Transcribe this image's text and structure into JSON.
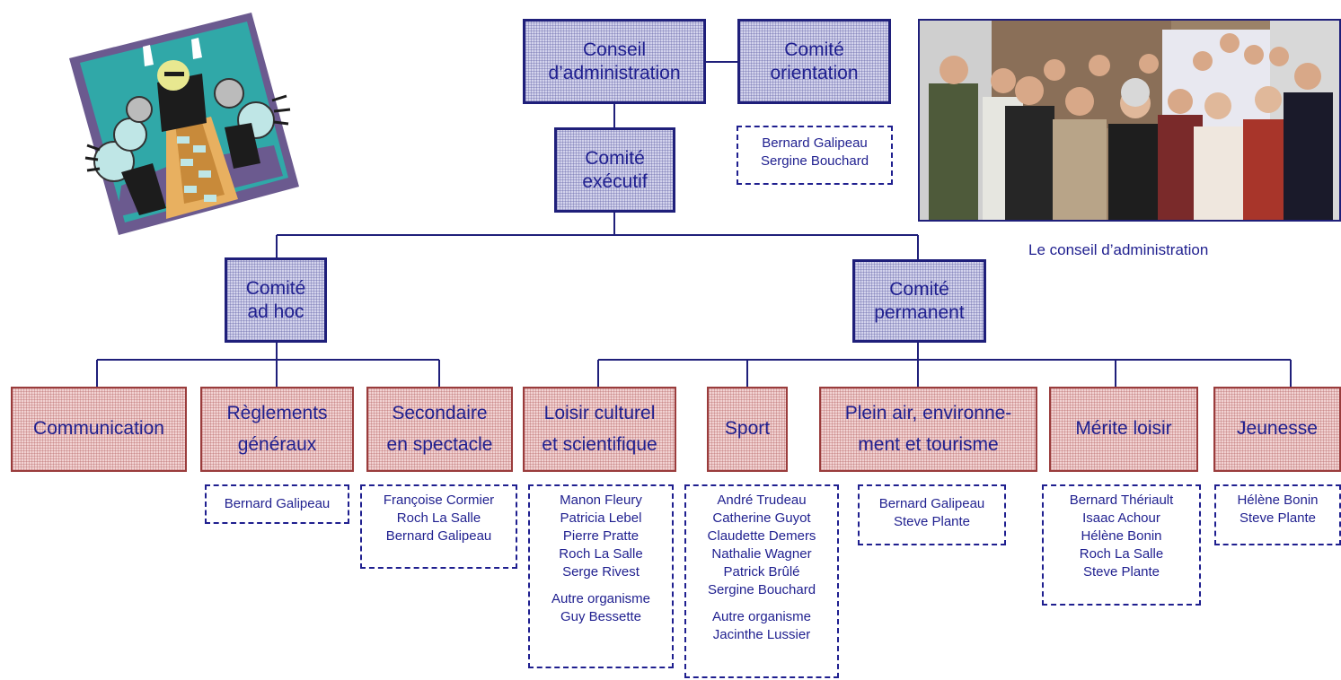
{
  "top": {
    "conseil": [
      "Conseil",
      "d’administration"
    ],
    "orientation": [
      "Comité",
      "orientation"
    ],
    "orientation_members": [
      "Bernard Galipeau",
      "Sergine Bouchard"
    ],
    "executif": [
      "Comité",
      "exécutif"
    ],
    "adhoc": [
      "Comité",
      "ad hoc"
    ],
    "permanent": [
      "Comité",
      "permanent"
    ]
  },
  "photo": {
    "caption": "Le conseil d’administration"
  },
  "committees": [
    {
      "title": [
        "Communication"
      ],
      "members": []
    },
    {
      "title": [
        "Règlements",
        "généraux"
      ],
      "members": [
        "Bernard Galipeau"
      ]
    },
    {
      "title": [
        "Secondaire",
        "en spectacle"
      ],
      "members": [
        "Françoise Cormier",
        "Roch La Salle",
        "Bernard Galipeau"
      ]
    },
    {
      "title": [
        "Loisir culturel",
        "et scientifique"
      ],
      "members": [
        "Manon Fleury",
        "Patricia Lebel",
        "Pierre Pratte",
        "Roch La Salle",
        "Serge Rivest"
      ],
      "other_label": "Autre organisme",
      "other_member": "Guy Bessette"
    },
    {
      "title": [
        "Sport"
      ],
      "members": [
        "André Trudeau",
        "Catherine Guyot",
        "Claudette Demers",
        "Nathalie Wagner",
        "Patrick Brûlé",
        "Sergine Bouchard"
      ],
      "other_label": "Autre organisme",
      "other_member": "Jacinthe Lussier"
    },
    {
      "title": [
        "Plein air, environne-",
        "ment et tourisme"
      ],
      "members": [
        "Bernard Galipeau",
        "Steve Plante"
      ]
    },
    {
      "title": [
        "Mérite loisir"
      ],
      "members": [
        "Bernard Thériault",
        "Isaac Achour",
        "Hélène Bonin",
        "Roch La Salle",
        "Steve Plante"
      ]
    },
    {
      "title": [
        "Jeunesse"
      ],
      "members": [
        "Hélène Bonin",
        "Steve Plante"
      ]
    }
  ],
  "colors": {
    "navy": "#1f1f7a",
    "blue_fill": "#d3d3ec",
    "red_border": "#9a3c3c",
    "red_fill": "#f1d2d2"
  }
}
